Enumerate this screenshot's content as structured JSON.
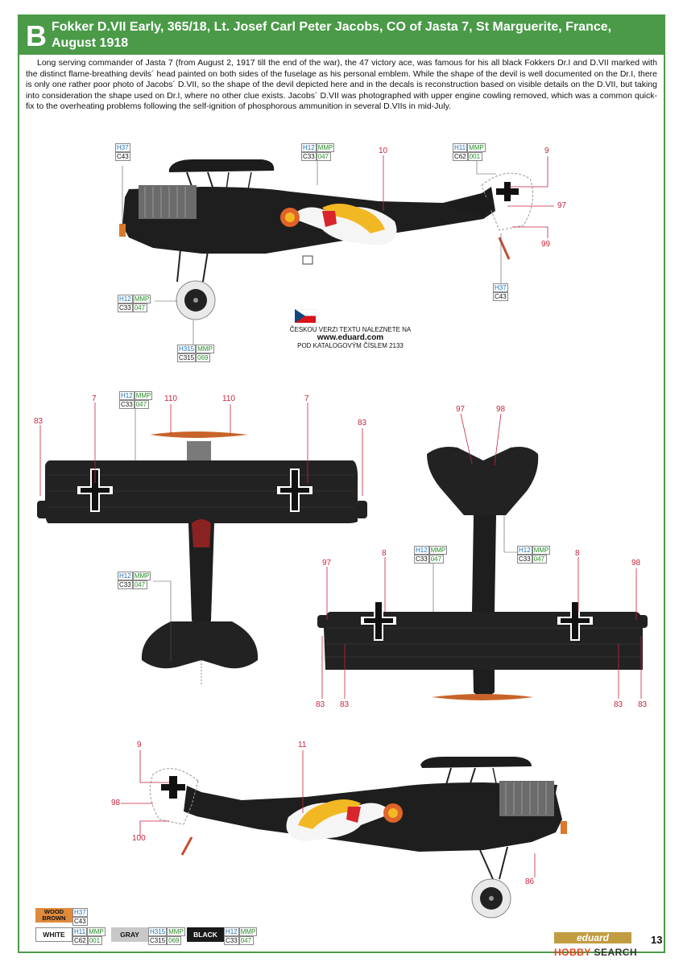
{
  "header": {
    "badge": "B",
    "title": "Fokker D.VII Early, 365/18, Lt. Josef Carl Peter Jacobs, CO of Jasta 7,  St Marguerite, France, August 1918"
  },
  "intro": "Long serving commander of Jasta 7 (from August 2, 1917 till the end of the war), the 47 victory ace, was famous for his all black Fokkers Dr.I and D.VII marked with the distinct flame-breathing devils´ head painted on both sides of the fuselage as his personal emblem. While the shape of the devil is well documented on the Dr.I, there is only one rather poor photo of Jacobs´ D.VII, so the shape of the devil depicted here and in the decals is reconstruction based on visible details on the D.VII, but taking into consideration the shape used on Dr.I, where no other clue exists. Jacobs´ D.VII was photographed with upper engine cowling removed, which was a common quick-fix to the overheating problems following the self-ignition of phosphorous ammunition in several D.VIIs in mid-July.",
  "czech": {
    "line1": "ČESKOU VERZI TEXTU NALEZNETE NA",
    "url": "www.eduard.com",
    "line2": "POD KATALOGOVÝM ČÍSLEM 2133"
  },
  "codes": {
    "h37c43": {
      "top": "H37",
      "bottom": "C43"
    },
    "h12": {
      "h": "H12",
      "m": "MMP",
      "c": "C33",
      "n": "047"
    },
    "h11": {
      "h": "H11",
      "m": "MMP",
      "c": "C62",
      "n": "001"
    },
    "h315": {
      "h": "H315",
      "m": "MMP",
      "c": "C315",
      "n": "069"
    }
  },
  "callouts": {
    "n7": "7",
    "n8": "8",
    "n9": "9",
    "n10": "10",
    "n11": "11",
    "n83": "83",
    "n86": "86",
    "n97": "97",
    "n98": "98",
    "n99": "99",
    "n100": "100",
    "n110": "110"
  },
  "legend": {
    "wood": "WOOD BROWN",
    "white": "WHITE",
    "gray": "GRAY",
    "black": "BLACK"
  },
  "footer": {
    "brand": "eduard",
    "page": "13",
    "watermark_a": "HOBBY",
    "watermark_b": "SEARCH"
  },
  "colors": {
    "accent": "#4a9a48",
    "callout": "#c8243c",
    "humbrol": "#1c6fb5",
    "mmp": "#2a8a2a"
  }
}
